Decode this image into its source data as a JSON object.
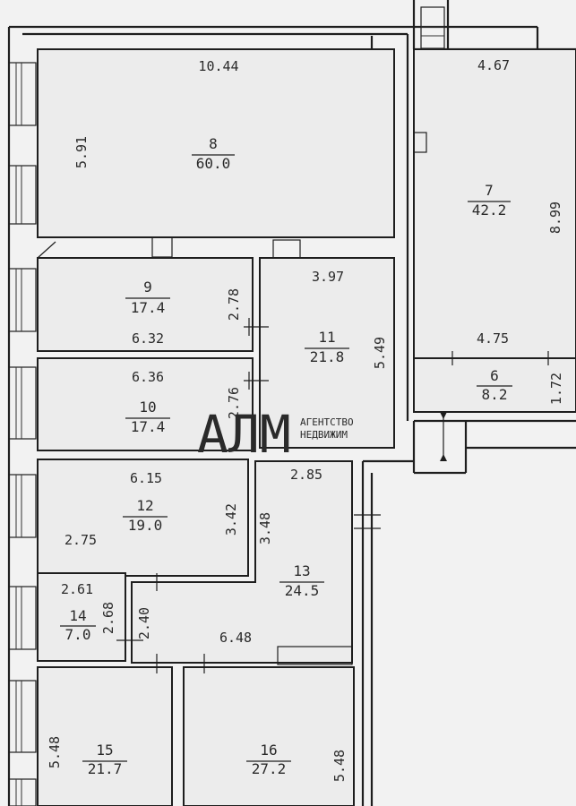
{
  "rooms": [
    {
      "id": "8",
      "number": "8",
      "area": "60.0"
    },
    {
      "id": "7",
      "number": "7",
      "area": "42.2"
    },
    {
      "id": "9",
      "number": "9",
      "area": "17.4"
    },
    {
      "id": "11",
      "number": "11",
      "area": "21.8"
    },
    {
      "id": "10",
      "number": "10",
      "area": "17.4"
    },
    {
      "id": "6",
      "number": "6",
      "area": "8.2"
    },
    {
      "id": "12",
      "number": "12",
      "area": "19.0"
    },
    {
      "id": "13",
      "number": "13",
      "area": "24.5"
    },
    {
      "id": "14",
      "number": "14",
      "area": "7.0"
    },
    {
      "id": "15",
      "number": "15",
      "area": "21.7"
    },
    {
      "id": "16",
      "number": "16",
      "area": "27.2"
    }
  ],
  "dimensions": [
    "10.44",
    "5.91",
    "4.67",
    "8.99",
    "3.97",
    "2.78",
    "6.32",
    "5.49",
    "4.75",
    "6.36",
    "2.76",
    "1.72",
    "6.15",
    "2.85",
    "3.42",
    "3.48",
    "2.75",
    "2.61",
    "2.68",
    "2.40",
    "6.48",
    "5.48",
    "5.48"
  ],
  "watermark": {
    "logo": "АЛМ",
    "line1": "АГЕНТСТВО",
    "line2": "НЕДВИЖИМ"
  },
  "colors": {
    "paper": "#f2f2f2",
    "room_fill": "#ececec",
    "line": "#1e1e1e",
    "text": "#2a2a2a"
  }
}
